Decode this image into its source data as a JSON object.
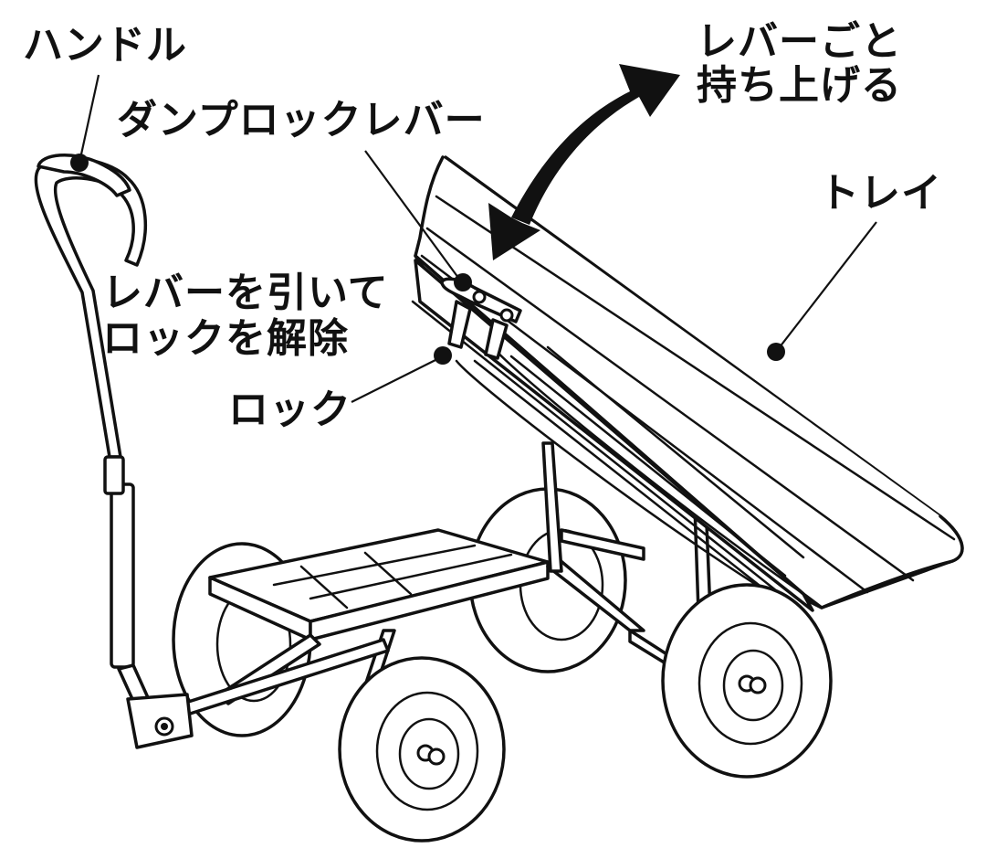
{
  "labels": {
    "handle": "ハンドル",
    "dump_lock_lever": "ダンプロックレバー",
    "lift_with_lever_line1": "レバーごと",
    "lift_with_lever_line2": "持ち上げる",
    "tray": "トレイ",
    "pull_lever_line1": "レバーを引いて",
    "pull_lever_line2": "ロックを解除",
    "lock": "ロック"
  },
  "colors": {
    "ink": "#111111",
    "background": "#ffffff"
  }
}
